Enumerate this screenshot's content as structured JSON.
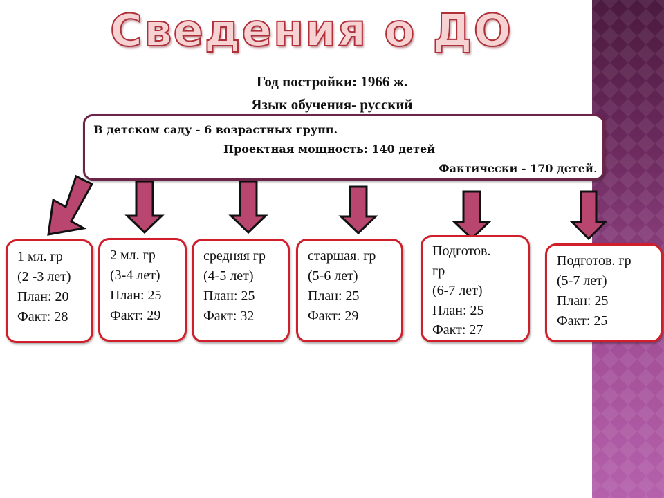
{
  "title": "Сведения о ДО",
  "info": {
    "year": "Год постройки: 1966 ж.",
    "language": "Язык обучения- русский"
  },
  "summary": {
    "line1": "В детском саду - 6 возрастных групп.",
    "line2": "Проектная мощность: 140 детей",
    "line3": "Фактически - 170 детей",
    "line3_end": "."
  },
  "groups": [
    {
      "lines": [
        "1 мл. гр",
        "(2 -3 лет)",
        "План: 20",
        "Факт: 28"
      ]
    },
    {
      "lines": [
        "2 мл. гр",
        "(3-4 лет)",
        "План: 25",
        "Факт: 29"
      ]
    },
    {
      "lines": [
        "средняя гр",
        "(4-5 лет)",
        "План: 25",
        "Факт: 32"
      ]
    },
    {
      "lines": [
        "старшая. гр",
        "(5-6 лет)",
        "План: 25",
        "Факт: 29"
      ]
    },
    {
      "lines": [
        "Подготов.",
        "гр",
        "(6-7 лет)",
        "План: 25",
        "Факт: 27"
      ]
    },
    {
      "lines": [
        "Подготов. гр",
        "(5-7 лет)",
        "План: 25",
        "Факт: 25"
      ]
    }
  ],
  "colors": {
    "arrow_fill": "#b8466e",
    "box_border": "#d01e2a",
    "summary_border": "#6b2548"
  }
}
